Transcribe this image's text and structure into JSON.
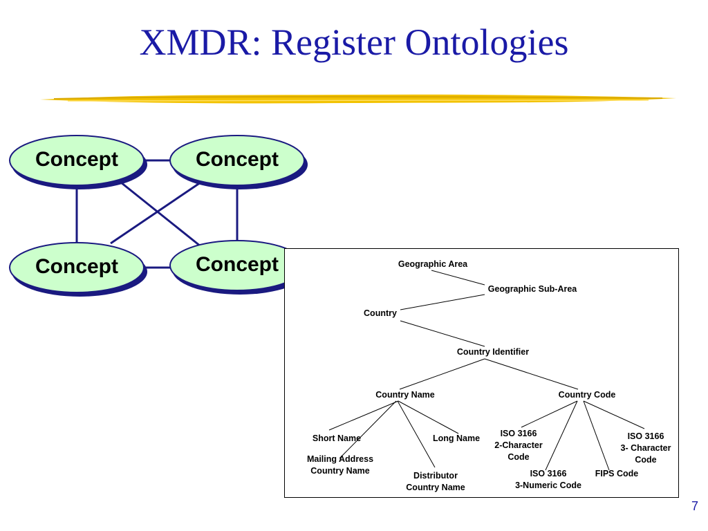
{
  "slide": {
    "title": "XMDR: Register Ontologies",
    "page_number": "7"
  },
  "concepts": {
    "top_left": "Concept",
    "top_right": "Concept",
    "bottom_left": "Concept",
    "bottom_right": "Concept"
  },
  "tree": {
    "geographic_area": "Geographic Area",
    "geographic_sub_area": "Geographic Sub-Area",
    "country": "Country",
    "country_identifier": "Country Identifier",
    "country_name": "Country Name",
    "country_code": "Country Code",
    "short_name": "Short Name",
    "long_name": "Long Name",
    "mailing_address_line1": "Mailing Address",
    "mailing_address_line2": "Country Name",
    "distributor_line1": "Distributor",
    "distributor_line2": "Country Name",
    "iso2_line1": "ISO 3166",
    "iso2_line2": "2-Character",
    "iso2_line3": "Code",
    "iso_numeric_line1": "ISO 3166",
    "iso_numeric_line2": "3-Numeric Code",
    "fips_code": "FIPS Code",
    "iso3_line1": "ISO 3166",
    "iso3_line2": "3- Character",
    "iso3_line3": "Code"
  },
  "colors": {
    "title": "#1a1aa6",
    "concept_fill": "#ccffcc",
    "concept_border": "#1a1a80",
    "connector": "#1a1a80",
    "underline": "#f2c200"
  }
}
